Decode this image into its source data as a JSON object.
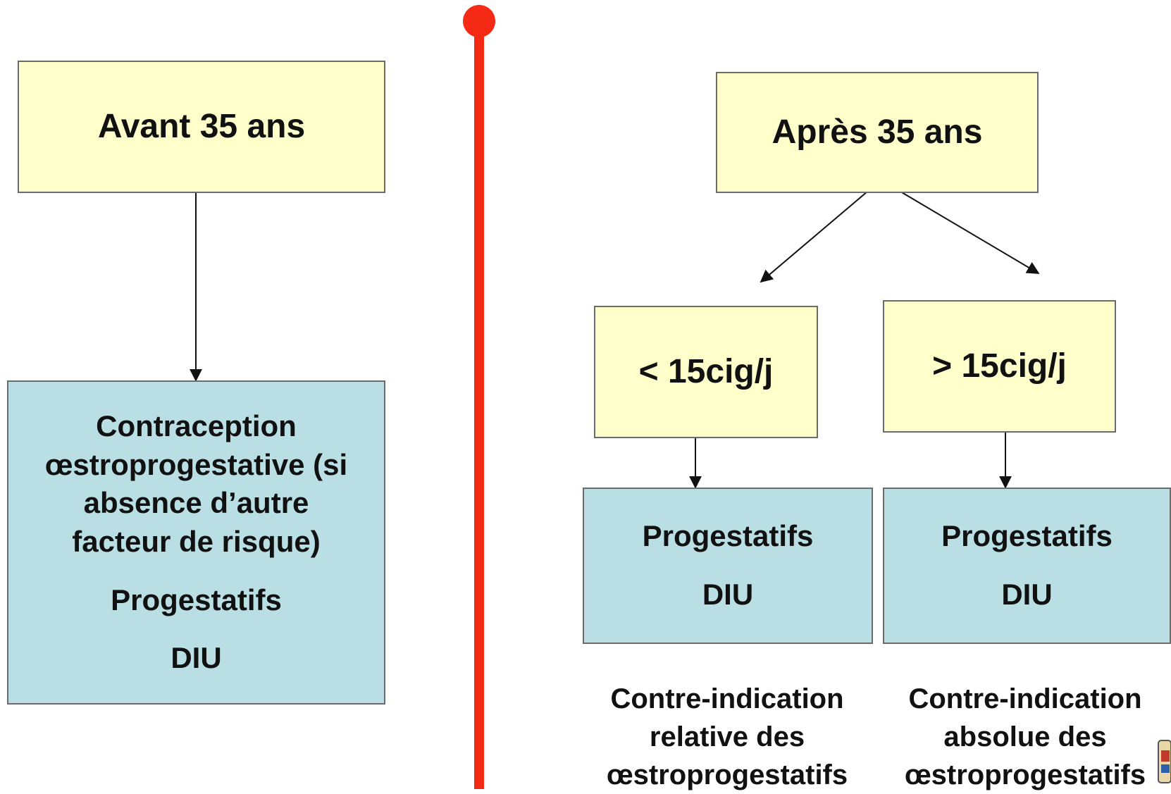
{
  "left": {
    "header": "Avant 35 ans",
    "result": {
      "line1": "Contraception",
      "line2": "œstroprogestative (si",
      "line3": "absence d’autre",
      "line4": "facteur de risque)",
      "item1": "Progestatifs",
      "item2": "DIU"
    }
  },
  "right": {
    "header": "Après 35 ans",
    "branch_low": {
      "label": "< 15cig/j",
      "item1": "Progestatifs",
      "item2": "DIU",
      "note": {
        "line1": "Contre-indication",
        "line2": "relative des",
        "line3": "œstroprogestatifs"
      }
    },
    "branch_high": {
      "label": "> 15cig/j",
      "item1": "Progestatifs",
      "item2": "DIU",
      "note": {
        "line1": "Contre-indication",
        "line2": "absolue des",
        "line3": "œstroprogestatifs"
      }
    }
  },
  "colors": {
    "decision_fill": "#ffffcc",
    "outcome_fill": "#b9dfe4",
    "divider": "#f42a14"
  }
}
